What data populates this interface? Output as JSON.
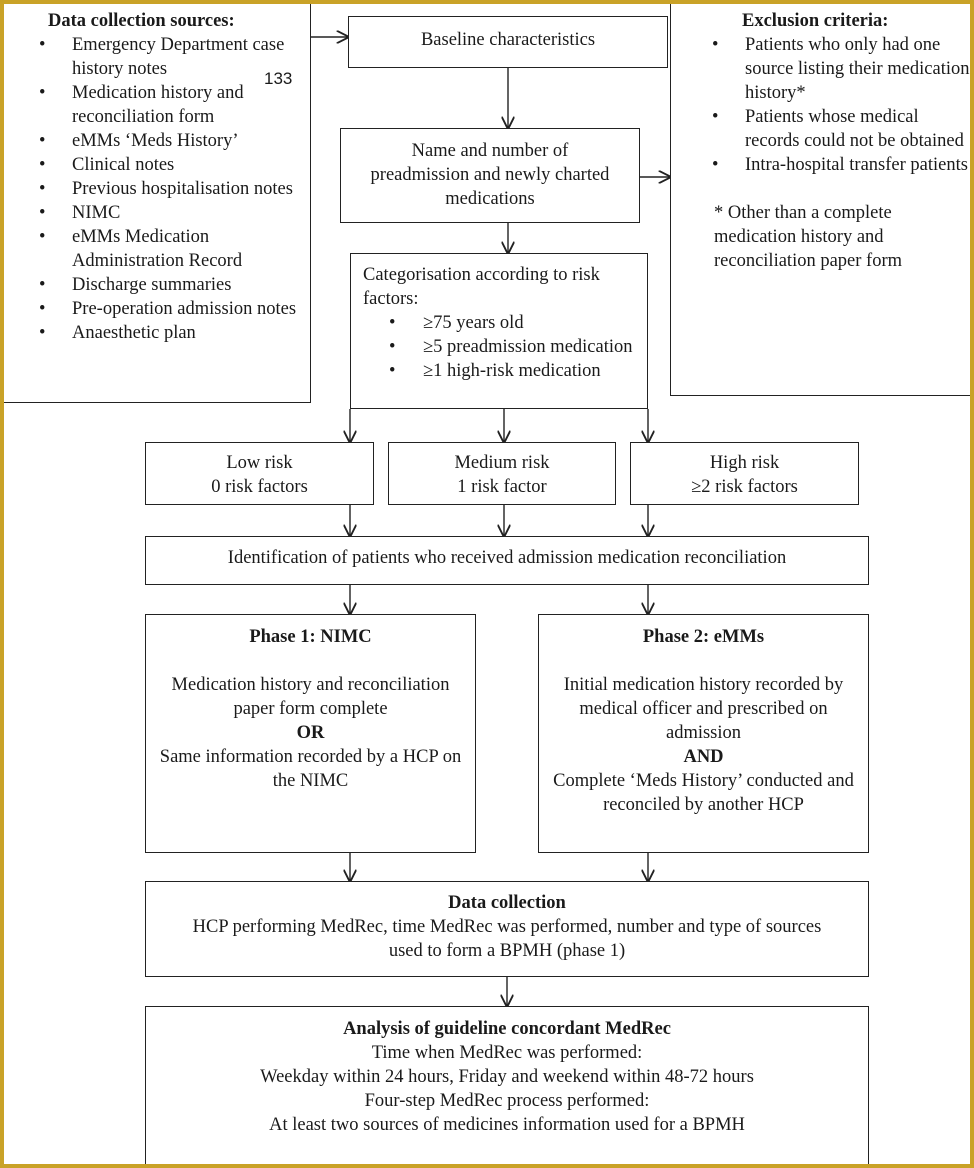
{
  "data_sources": {
    "title": "Data collection sources:",
    "items": [
      "Emergency Department case history notes",
      "Medication history and reconciliation form",
      "eMMs ‘Meds History’",
      "Clinical notes",
      "Previous hospitalisation notes",
      "NIMC",
      "eMMs Medication Administration Record",
      "Discharge summaries",
      "Pre-operation admission notes",
      "Anaesthetic plan"
    ],
    "page_number": "133"
  },
  "baseline": {
    "text": "Baseline characteristics"
  },
  "medications": {
    "lines": [
      "Name and number of",
      "preadmission and newly charted",
      "medications"
    ]
  },
  "exclusion": {
    "title": "Exclusion criteria:",
    "items": [
      "Patients who only had one source listing their medication history*",
      "Patients whose medical records could not be obtained",
      "Intra-hospital transfer patients"
    ],
    "footnote": "* Other than a complete medication history and reconciliation paper form"
  },
  "categorisation": {
    "title": "Categorisation according to risk factors:",
    "items": [
      "≥75 years old",
      "≥5 preadmission medication",
      "≥1 high-risk medication"
    ]
  },
  "risk": {
    "low": {
      "label": "Low risk",
      "factors": "0 risk factors"
    },
    "medium": {
      "label": "Medium risk",
      "factors": "1 risk factor"
    },
    "high": {
      "label": "High risk",
      "factors": "≥2 risk factors"
    }
  },
  "identification": {
    "text": "Identification of patients who received admission medication reconciliation"
  },
  "phase1": {
    "title": "Phase 1: NIMC",
    "text1": "Medication history and reconciliation paper form complete",
    "connector": "OR",
    "text2": "Same information recorded by a HCP on the NIMC"
  },
  "phase2": {
    "title": "Phase 2: eMMs",
    "text1": "Initial medication history recorded by medical officer and prescribed on admission",
    "connector": "AND",
    "text2": "Complete ‘Meds History’ conducted and reconciled by another HCP"
  },
  "data_collection": {
    "title": "Data collection",
    "text": "HCP performing MedRec, time MedRec was performed, number and type of sources used to form a BPMH (phase 1)"
  },
  "analysis": {
    "title": "Analysis of guideline concordant MedRec",
    "lines": [
      "Time when MedRec was performed:",
      "Weekday within 24 hours, Friday and weekend within 48-72 hours",
      "Four-step MedRec process performed:",
      "At least two sources of medicines information used for a BPMH"
    ]
  },
  "colors": {
    "frame": "#c9a227",
    "line": "#222222"
  }
}
